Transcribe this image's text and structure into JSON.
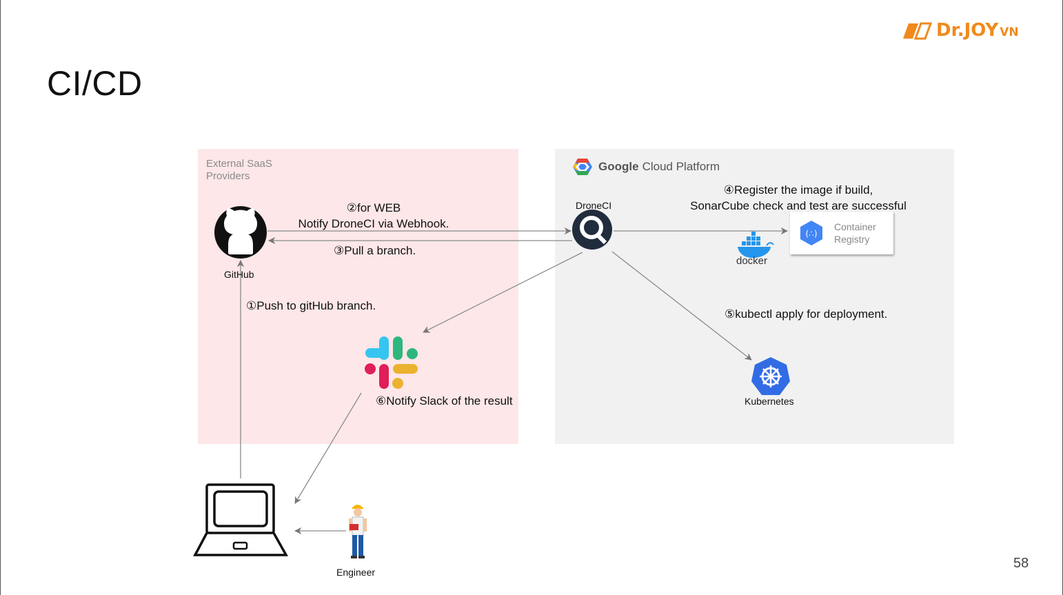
{
  "slide": {
    "title": "CI/CD",
    "page_number": "58",
    "logo": {
      "text": "Dr.JOY",
      "suffix": "VN",
      "color": "#f08a1c"
    }
  },
  "regions": {
    "saas_label": "External SaaS\nProviders",
    "saas_color": "#fde7e8",
    "gcp_brand": "Google",
    "gcp_rest": "Cloud Platform",
    "gcp_color": "#f1f1f1"
  },
  "nodes": {
    "github": "GitHub",
    "droneci": "DroneCI",
    "docker": "docker",
    "registry": "Container\nRegistry",
    "kubernetes": "Kubernetes",
    "engineer": "Engineer"
  },
  "steps": {
    "s1": "①Push to gitHub branch.",
    "s2_line1": "②for WEB",
    "s2_line2": "Notify DroneCI via Webhook.",
    "s3": "③Pull a branch.",
    "s4_line1": "④Register the image if build,",
    "s4_line2": "SonarCube check and test are successful",
    "s5": "⑤kubectl apply for deployment.",
    "s6": "⑥Notify Slack of the result"
  },
  "icons": [
    "github-icon",
    "droneci-icon",
    "docker-icon",
    "container-registry-icon",
    "kubernetes-icon",
    "slack-icon",
    "laptop-icon",
    "engineer-icon",
    "gcp-logo-icon"
  ]
}
